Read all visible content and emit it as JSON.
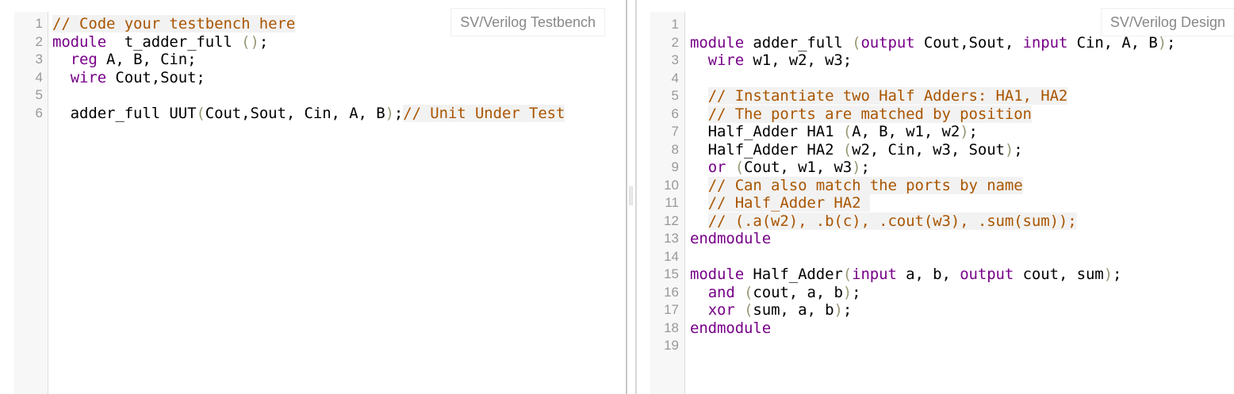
{
  "testbench": {
    "label": "SV/Verilog Testbench",
    "lines": [
      [
        [
          "c",
          "// Code your testbench here"
        ]
      ],
      [
        [
          "k",
          "module"
        ],
        [
          "",
          "  t_adder_full "
        ],
        [
          "p",
          "()"
        ],
        [
          "",
          ";"
        ]
      ],
      [
        [
          "",
          "  "
        ],
        [
          "k",
          "reg"
        ],
        [
          "",
          " A, B, Cin;"
        ]
      ],
      [
        [
          "",
          "  "
        ],
        [
          "k",
          "wire"
        ],
        [
          "",
          " Cout,Sout;"
        ]
      ],
      [],
      [
        [
          "",
          "  adder_full UUT"
        ],
        [
          "p",
          "("
        ],
        [
          "",
          "Cout,Sout, Cin, A, B"
        ],
        [
          "p",
          ")"
        ],
        [
          "",
          ";"
        ],
        [
          "c",
          "// Unit Under Test"
        ]
      ]
    ]
  },
  "design": {
    "label": "SV/Verilog Design",
    "lines": [
      [],
      [
        [
          "k",
          "module"
        ],
        [
          "",
          " adder_full "
        ],
        [
          "p",
          "("
        ],
        [
          "k",
          "output"
        ],
        [
          "",
          " Cout,Sout, "
        ],
        [
          "k",
          "input"
        ],
        [
          "",
          " Cin, A, B"
        ],
        [
          "p",
          ")"
        ],
        [
          "",
          ";"
        ]
      ],
      [
        [
          "",
          "  "
        ],
        [
          "k",
          "wire"
        ],
        [
          "",
          " w1, w2, w3;"
        ]
      ],
      [],
      [
        [
          "",
          "  "
        ],
        [
          "c",
          "// Instantiate two Half Adders: HA1, HA2"
        ]
      ],
      [
        [
          "",
          "  "
        ],
        [
          "c",
          "// The ports are matched by position"
        ]
      ],
      [
        [
          "",
          "  Half_Adder HA1 "
        ],
        [
          "p",
          "("
        ],
        [
          "",
          "A, B, w1, w2"
        ],
        [
          "p",
          ")"
        ],
        [
          "",
          ";"
        ]
      ],
      [
        [
          "",
          "  Half_Adder HA2 "
        ],
        [
          "p",
          "("
        ],
        [
          "",
          "w2, Cin, w3, Sout"
        ],
        [
          "p",
          ")"
        ],
        [
          "",
          ";"
        ]
      ],
      [
        [
          "",
          "  "
        ],
        [
          "k",
          "or"
        ],
        [
          "",
          " "
        ],
        [
          "p",
          "("
        ],
        [
          "",
          "Cout, w1, w3"
        ],
        [
          "p",
          ")"
        ],
        [
          "",
          ";"
        ]
      ],
      [
        [
          "",
          "  "
        ],
        [
          "c",
          "// Can also match the ports by name"
        ]
      ],
      [
        [
          "",
          "  "
        ],
        [
          "c",
          "// Half_Adder HA2 "
        ]
      ],
      [
        [
          "",
          "  "
        ],
        [
          "c",
          "// (.a(w2), .b(c), .cout(w3), .sum(sum));"
        ]
      ],
      [
        [
          "k",
          "endmodule"
        ]
      ],
      [],
      [
        [
          "k",
          "module"
        ],
        [
          "",
          " Half_Adder"
        ],
        [
          "p",
          "("
        ],
        [
          "k",
          "input"
        ],
        [
          "",
          " a, b, "
        ],
        [
          "k",
          "output"
        ],
        [
          "",
          " cout, sum"
        ],
        [
          "p",
          ")"
        ],
        [
          "",
          ";"
        ]
      ],
      [
        [
          "",
          "  "
        ],
        [
          "k",
          "and"
        ],
        [
          "",
          " "
        ],
        [
          "p",
          "("
        ],
        [
          "",
          "cout, a, b"
        ],
        [
          "p",
          ")"
        ],
        [
          "",
          ";"
        ]
      ],
      [
        [
          "",
          "  "
        ],
        [
          "k",
          "xor"
        ],
        [
          "",
          " "
        ],
        [
          "p",
          "("
        ],
        [
          "",
          "sum, a, b"
        ],
        [
          "p",
          ")"
        ],
        [
          "",
          ";"
        ]
      ],
      [
        [
          "k",
          "endmodule"
        ]
      ],
      []
    ]
  },
  "colors": {
    "keyword": "#770088",
    "comment": "#aa5500",
    "bracket": "#999977",
    "gutter": "#f7f7f7"
  }
}
